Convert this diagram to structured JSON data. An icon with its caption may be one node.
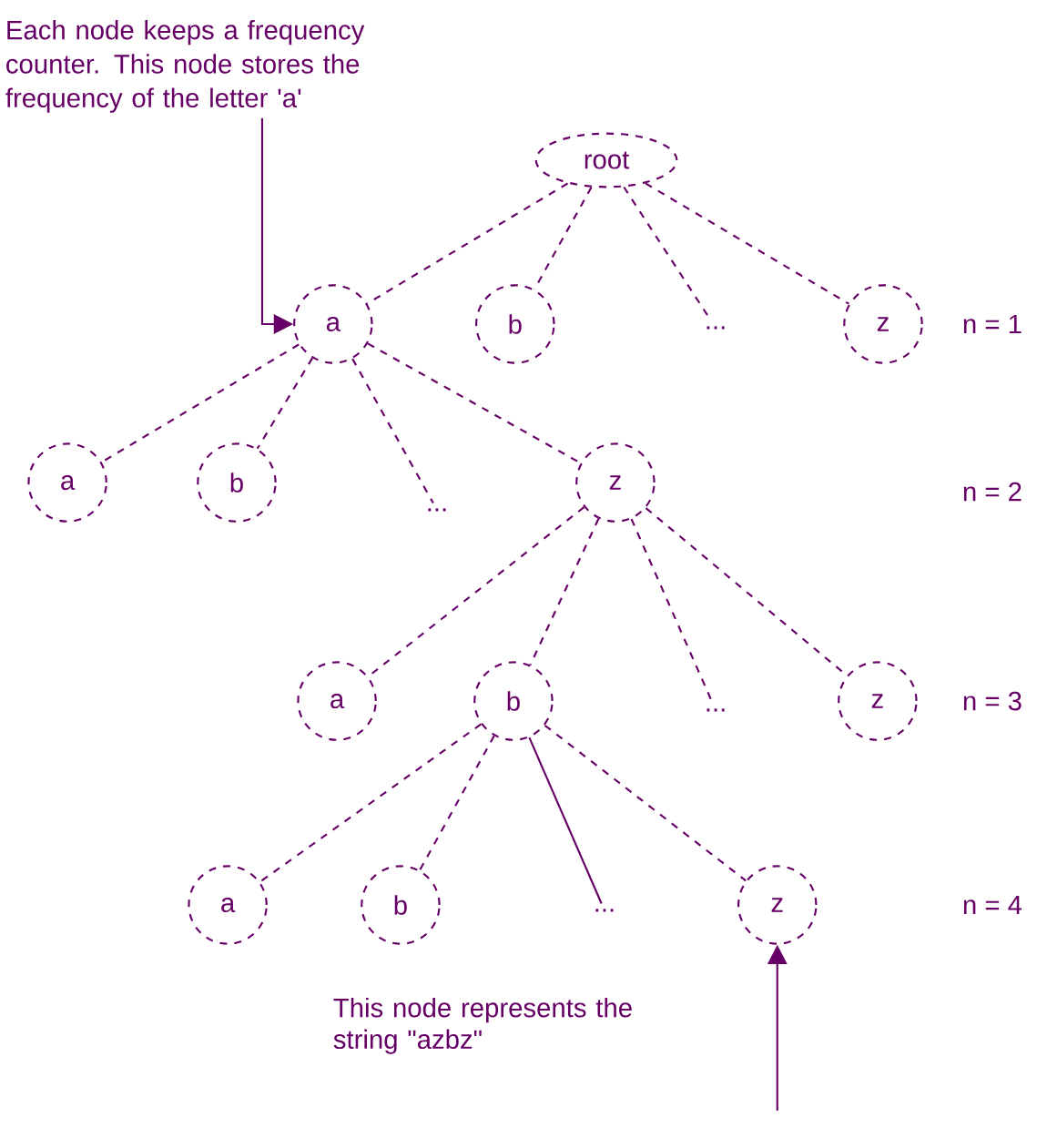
{
  "diagram": {
    "nodes": [
      {
        "text": [
          "root"
        ]
      },
      {
        "text": [
          "a"
        ]
      },
      {
        "text": [
          "b"
        ]
      },
      {
        "text": [
          "..."
        ]
      },
      {
        "text": [
          "z"
        ]
      },
      {
        "text": [
          "a"
        ]
      },
      {
        "text": [
          "b"
        ]
      },
      {
        "text": [
          "..."
        ]
      },
      {
        "text": [
          "z"
        ]
      },
      {
        "text": [
          "a"
        ]
      },
      {
        "text": [
          "b"
        ]
      },
      {
        "text": [
          "..."
        ]
      },
      {
        "text": [
          "z"
        ]
      },
      {
        "text": [
          "a"
        ]
      },
      {
        "text": [
          "b"
        ]
      },
      {
        "text": [
          "..."
        ]
      },
      {
        "text": [
          "z"
        ]
      },
      {
        "text": [
          "Each node keeps a frequency counter. This node stores the frequency of the letter 'a'"
        ]
      }
    ],
    "edges": [
      {
        "from": 0,
        "to": 1,
        "arrow": "none",
        "style": "dashed"
      },
      {
        "from": 0,
        "to": 2,
        "arrow": "none",
        "style": "dashed"
      },
      {
        "from": 0,
        "to": 3,
        "arrow": "none",
        "style": "dashed"
      },
      {
        "from": 0,
        "to": 4,
        "arrow": "none",
        "style": "dashed"
      },
      {
        "from": 1,
        "to": 5,
        "arrow": "none",
        "style": "dashed"
      },
      {
        "from": 1,
        "to": 6,
        "arrow": "none",
        "style": "dashed"
      },
      {
        "from": 1,
        "to": 7,
        "arrow": "none",
        "style": "dashed"
      },
      {
        "from": 1,
        "to": 8,
        "arrow": "none",
        "style": "dashed"
      },
      {
        "from": 8,
        "to": 9,
        "arrow": "none",
        "style": "dashed"
      },
      {
        "from": 8,
        "to": 10,
        "arrow": "none",
        "style": "dashed"
      },
      {
        "from": 8,
        "to": 11,
        "arrow": "none",
        "style": "dashed"
      },
      {
        "from": 8,
        "to": 12,
        "arrow": "none",
        "style": "dashed"
      },
      {
        "from": 10,
        "to": 13,
        "arrow": "none",
        "style": "dashed"
      },
      {
        "from": 10,
        "to": 14,
        "arrow": "none",
        "style": "dashed"
      },
      {
        "from": 10,
        "to": 15,
        "arrow": "none"
      },
      {
        "from": 10,
        "to": 16,
        "arrow": "none",
        "style": "dashed"
      },
      {
        "from": 17,
        "to": 1,
        "arrow": "to"
      },
      {
        "from": null,
        "to": 16,
        "arrow": "to"
      }
    ],
    "labels": [
      "n = 1",
      "n = 2",
      "n = 3",
      "n = 4",
      "This node represents the string \"azbz\""
    ]
  }
}
